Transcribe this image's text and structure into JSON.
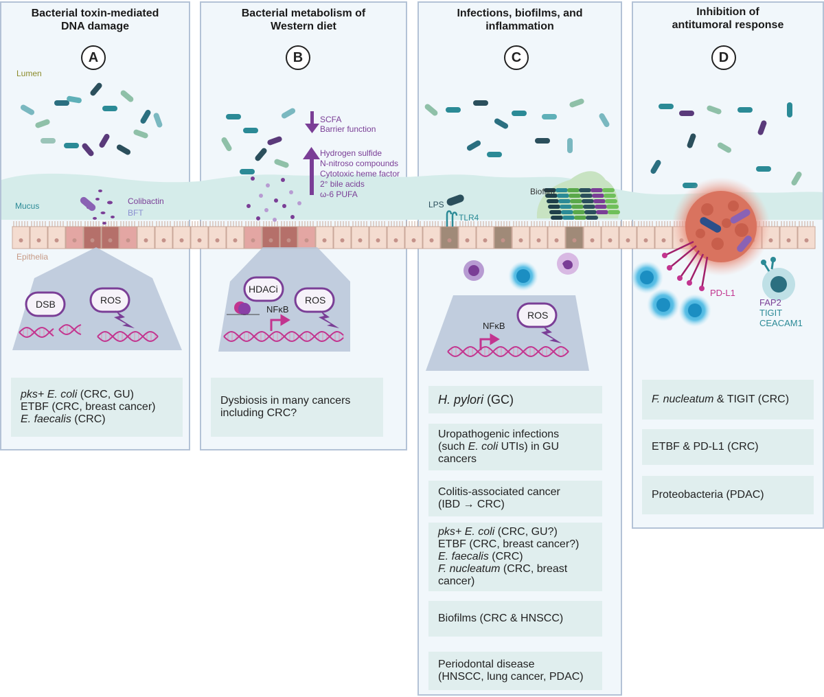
{
  "panels": [
    {
      "letter": "A",
      "title": [
        "Bacterial toxin-mediated",
        "DNA damage"
      ]
    },
    {
      "letter": "B",
      "title": [
        "Bacterial metabolism of",
        "Western diet"
      ]
    },
    {
      "letter": "C",
      "title": [
        "Infections, biofilms, and",
        "inflammation"
      ]
    },
    {
      "letter": "D",
      "title": [
        "Inhibition of",
        "antitumoral response"
      ]
    }
  ],
  "labels": {
    "lumen": "Lumen",
    "mucus": "Mucus",
    "epithelia": "Epithelia",
    "colibactin": "Colibactin",
    "bft": "BFT",
    "dsb": "DSB",
    "ros": "ROS",
    "hdaci": "HDACi",
    "nfkb": "NFκB",
    "lps": "LPS",
    "tlr4": "TLR4",
    "biofilm": "Biofilm",
    "pdl1": "PD-L1",
    "fap2": "FAP2",
    "tigit": "TIGIT",
    "ceacam1": "CEACAM1",
    "b_down": [
      "SCFA",
      "Barrier function"
    ],
    "b_up": [
      "Hydrogen sulfide",
      "N-nitroso compounds",
      "Cytotoxic heme factor",
      "2° bile acids",
      "ω-6 PUFA"
    ]
  },
  "boxes": {
    "A": [
      {
        "lines": [
          [
            {
              "t": "pks+ E. coli",
              "i": true
            },
            {
              "t": " (CRC, GU)"
            }
          ],
          [
            {
              "t": "ETBF (CRC, breast cancer)"
            }
          ],
          [
            {
              "t": "E. faecalis",
              "i": true
            },
            {
              "t": " (CRC)"
            }
          ]
        ]
      }
    ],
    "B": [
      {
        "lines": [
          [
            {
              "t": "Dysbiosis in many cancers"
            }
          ],
          [
            {
              "t": "including CRC?"
            }
          ]
        ]
      }
    ],
    "C": [
      {
        "lines": [
          [
            {
              "t": "H. pylori",
              "i": true
            },
            {
              "t": " (GC)"
            }
          ]
        ]
      },
      {
        "lines": [
          [
            {
              "t": "Uropathogenic infections"
            }
          ],
          [
            {
              "t": "(such "
            },
            {
              "t": "E. coli",
              "i": true
            },
            {
              "t": " UTIs) in GU"
            }
          ],
          [
            {
              "t": "cancers"
            }
          ]
        ]
      },
      {
        "lines": [
          [
            {
              "t": "Colitis-associated cancer"
            }
          ],
          [
            {
              "t": "(IBD → CRC)"
            }
          ]
        ]
      },
      {
        "lines": [
          [
            {
              "t": "pks+ E. coli",
              "i": true
            },
            {
              "t": " (CRC, GU?)"
            }
          ],
          [
            {
              "t": "ETBF (CRC, breast cancer?)"
            }
          ],
          [
            {
              "t": "E. faecalis",
              "i": true
            },
            {
              "t": " (CRC)"
            }
          ],
          [
            {
              "t": "F. nucleatum",
              "i": true
            },
            {
              "t": " (CRC, breast"
            }
          ],
          [
            {
              "t": "cancer)"
            }
          ]
        ]
      },
      {
        "lines": [
          [
            {
              "t": "Biofilms (CRC & HNSCC)"
            }
          ]
        ]
      },
      {
        "lines": [
          [
            {
              "t": "Periodontal disease"
            }
          ],
          [
            {
              "t": "(HNSCC, lung cancer, PDAC)"
            }
          ]
        ]
      }
    ],
    "D": [
      {
        "lines": [
          [
            {
              "t": "F. nucleatum",
              "i": true
            },
            {
              "t": " & TIGIT (CRC)"
            }
          ]
        ]
      },
      {
        "lines": [
          [
            {
              "t": "ETBF & PD-L1 (CRC)"
            }
          ]
        ]
      },
      {
        "lines": [
          [
            {
              "t": "Proteobacteria (PDAC)"
            }
          ]
        ]
      }
    ]
  },
  "colors": {
    "panel_bg": "#f1f7fb",
    "panel_border": "#b3c2d6",
    "box_bg": "#e0eeee",
    "purple": "#7a3e96",
    "magenta": "#c2348f",
    "teal": "#2b8a96",
    "lumen_label": "#8b8b2a",
    "mucus": "#d5ecea",
    "epithelia_label": "#c79a86"
  }
}
